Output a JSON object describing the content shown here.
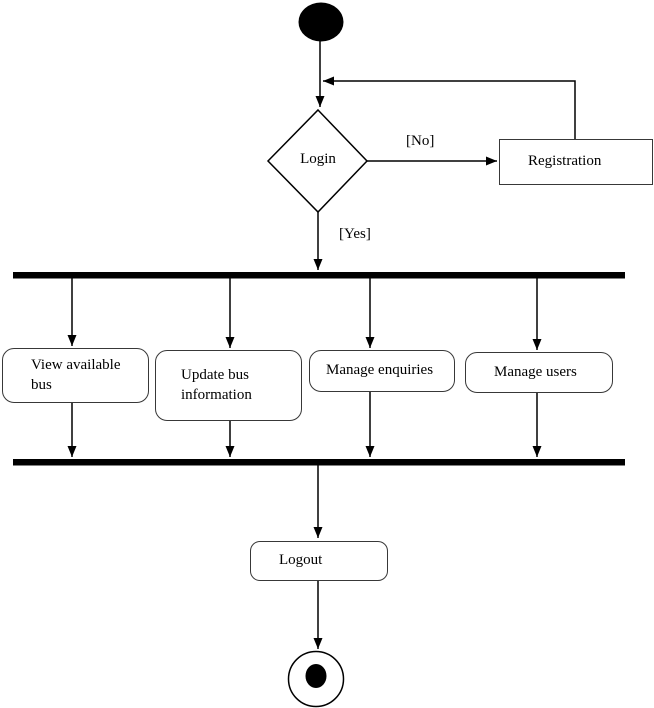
{
  "diagram": {
    "kind": "uml-activity-diagram",
    "background_color": "#ffffff",
    "line_color": "#000000",
    "nodes": {
      "start": {
        "shape": "initial-node-filled-circle"
      },
      "decision": {
        "label": "Login",
        "shape": "diamond"
      },
      "registration": {
        "label": "Registration",
        "shape": "rectangle"
      },
      "fork": {
        "shape": "fork-bar"
      },
      "actions": [
        {
          "label": "View available bus"
        },
        {
          "label": "Update bus information"
        },
        {
          "label": "Manage enquiries"
        },
        {
          "label": "Manage users"
        }
      ],
      "join": {
        "shape": "join-bar"
      },
      "logout": {
        "label": "Logout",
        "shape": "rounded-rectangle"
      },
      "end": {
        "shape": "final-node-bullseye"
      }
    },
    "edge_labels": {
      "no": "[No]",
      "yes": "[Yes]"
    }
  }
}
